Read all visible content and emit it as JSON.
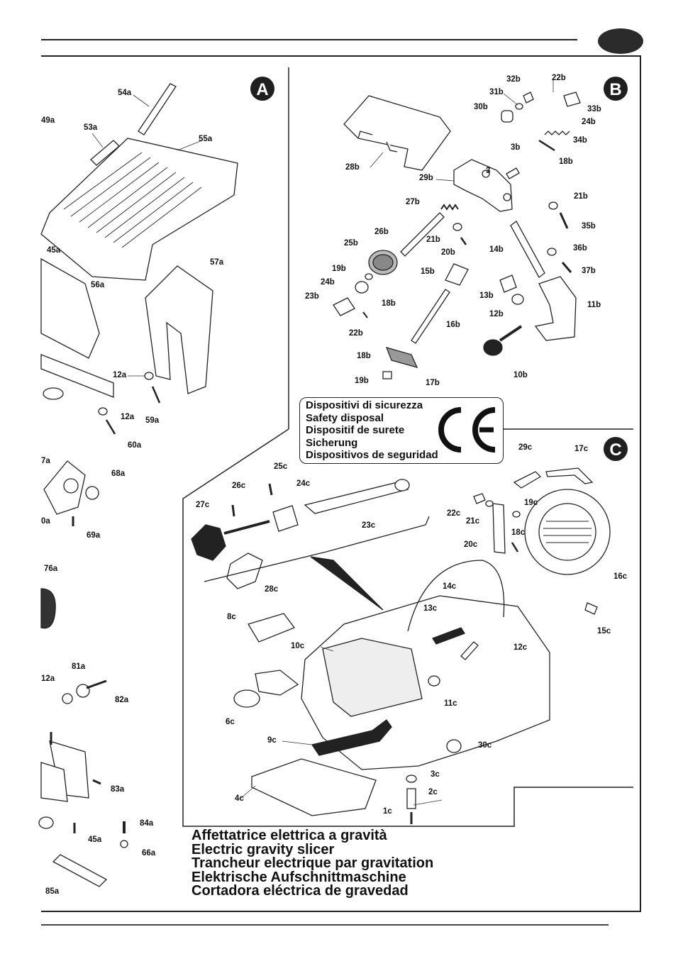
{
  "sections": [
    "A",
    "B",
    "C"
  ],
  "safety_box": {
    "lines": [
      "Dispositivi di sicurezza",
      "Safety disposal",
      "Dispositif de surete",
      "Sicherung",
      "Dispositivos de seguridad"
    ],
    "mark": "CE"
  },
  "titles": [
    "Affettatrice elettrica a gravità",
    "Electric gravity slicer",
    "Trancheur electrique par gravitation",
    "Elektrische Aufschnittmaschine",
    "Cortadora eléctrica de gravedad"
  ],
  "labels_a": [
    "54a",
    "49a",
    "53a",
    "55a",
    "45a",
    "56a",
    "57a",
    "12a",
    "12a",
    "59a",
    "60a",
    "7a",
    "68a",
    "0a",
    "69a",
    "76a",
    "81a",
    "12a",
    "82a",
    "83a",
    "84a",
    "45a",
    "66a",
    "85a"
  ],
  "labels_b": [
    "32b",
    "22b",
    "31b",
    "33b",
    "30b",
    "24b",
    "34b",
    "3b",
    "18b",
    "28b",
    "3",
    "29b",
    "21b",
    "27b",
    "35b",
    "26b",
    "21b",
    "20b",
    "36b",
    "14b",
    "25b",
    "37b",
    "19b",
    "15b",
    "24b",
    "13b",
    "18b",
    "11b",
    "23b",
    "12b",
    "16b",
    "22b",
    "10b",
    "18b",
    "17b",
    "19b"
  ],
  "labels_c": [
    "29c",
    "17c",
    "25c",
    "26c",
    "24c",
    "27c",
    "22c",
    "19c",
    "21c",
    "23c",
    "18c",
    "20c",
    "16c",
    "28c",
    "14c",
    "13c",
    "8c",
    "15c",
    "10c",
    "12c",
    "11c",
    "6c",
    "9c",
    "30c",
    "3c",
    "2c",
    "4c",
    "1c"
  ]
}
